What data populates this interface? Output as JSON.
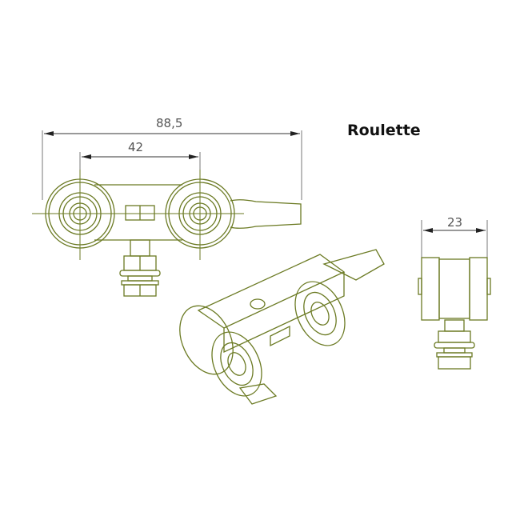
{
  "title": "Roulette",
  "colors": {
    "part": "#6b7a23",
    "dimension": "#555555",
    "background": "#ffffff"
  },
  "dimensions": {
    "overall_length": "88,5",
    "wheel_spacing": "42",
    "width": "23"
  },
  "views": [
    "front-view",
    "isometric-view",
    "side-view"
  ]
}
